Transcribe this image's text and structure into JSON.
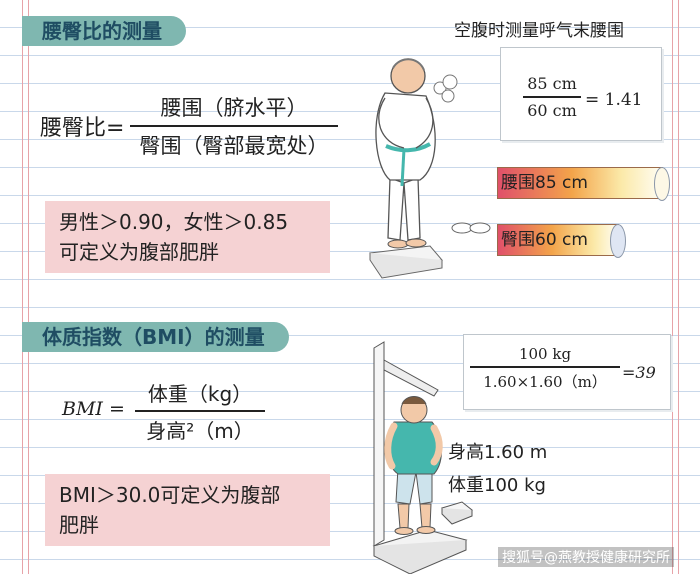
{
  "section1": {
    "title": "腰臀比的测量",
    "formula_label": "腰臀比=",
    "numerator": "腰围（脐水平）",
    "denominator": "臀围（臀部最宽处）",
    "criteria_line1": "男性＞0.90，女性＞0.85",
    "criteria_line2": "可定义为腹部肥胖",
    "fasting_note": "空腹时测量呼气末腰围",
    "example": {
      "numerator": "85 cm",
      "denominator": "60 cm",
      "result": "= 1.41"
    },
    "tape_waist": "腰围85 cm",
    "tape_hip": "臀围60 cm"
  },
  "section2": {
    "title": "体质指数（BMI）的测量",
    "formula_label": "BMI =",
    "numerator": "体重（kg）",
    "denominator": "身高²（m）",
    "criteria_line1": "BMI＞30.0可定义为腹部",
    "criteria_line2": "肥胖",
    "example": {
      "numerator": "100 kg",
      "denominator": "1.60×1.60（m）",
      "result": "=39"
    },
    "height_label": "身高1.60 m",
    "weight_label": "体重100 kg"
  },
  "watermark": "搜狐号@燕教授健康研究所",
  "colors": {
    "tag_bg": "#7fb7b0",
    "tag_text": "#1f4d63",
    "pink_box": "#f5d2d3",
    "ruled_line": "#c9d8ea",
    "margin_line": "#e7a3a8",
    "shirt": "#45b7ad",
    "tape_gradient_start": "#e0506a",
    "tape_gradient_end": "#ffffff"
  }
}
